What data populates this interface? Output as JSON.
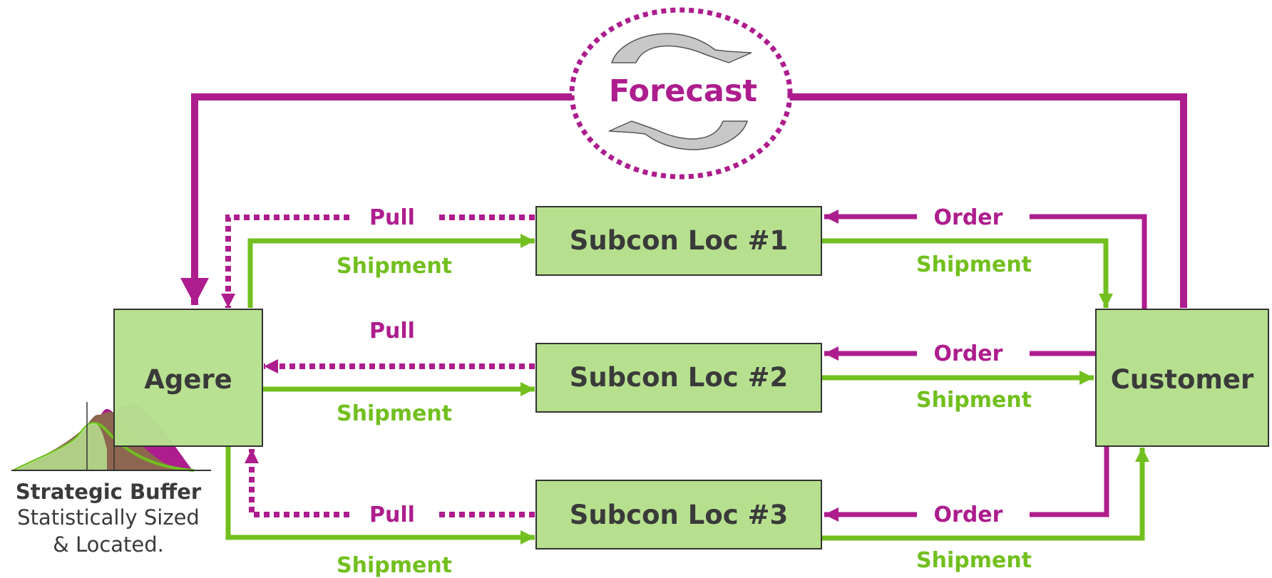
{
  "colors": {
    "magenta": "#ad1d8d",
    "green": "#72bf1f",
    "box_fill": "#b6e08e",
    "box_stroke": "#333333",
    "text_dark": "#3a3a3a",
    "buffer_brown": "#8d6650",
    "buffer_light": "#b6e08e",
    "arrow_grey": "#c8c8c8"
  },
  "nodes": {
    "agere": "Agere",
    "subcon1": "Subcon Loc #1",
    "subcon2": "Subcon Loc #2",
    "subcon3": "Subcon Loc #3",
    "customer": "Customer"
  },
  "forecast": {
    "label": "Forecast",
    "icon": "cycle-arrows-icon"
  },
  "flows": {
    "pull_1": "Pull",
    "pull_2": "Pull",
    "pull_3": "Pull",
    "shipment_agere_1": "Shipment",
    "shipment_agere_2": "Shipment",
    "shipment_agere_3": "Shipment",
    "order_1": "Order",
    "order_2": "Order",
    "order_3": "Order",
    "shipment_cust_1": "Shipment",
    "shipment_cust_2": "Shipment",
    "shipment_cust_3": "Shipment"
  },
  "buffer": {
    "title": "Strategic Buffer",
    "line1": "Statistically Sized",
    "line2": "& Located.",
    "icon": "distribution-curves-icon"
  }
}
